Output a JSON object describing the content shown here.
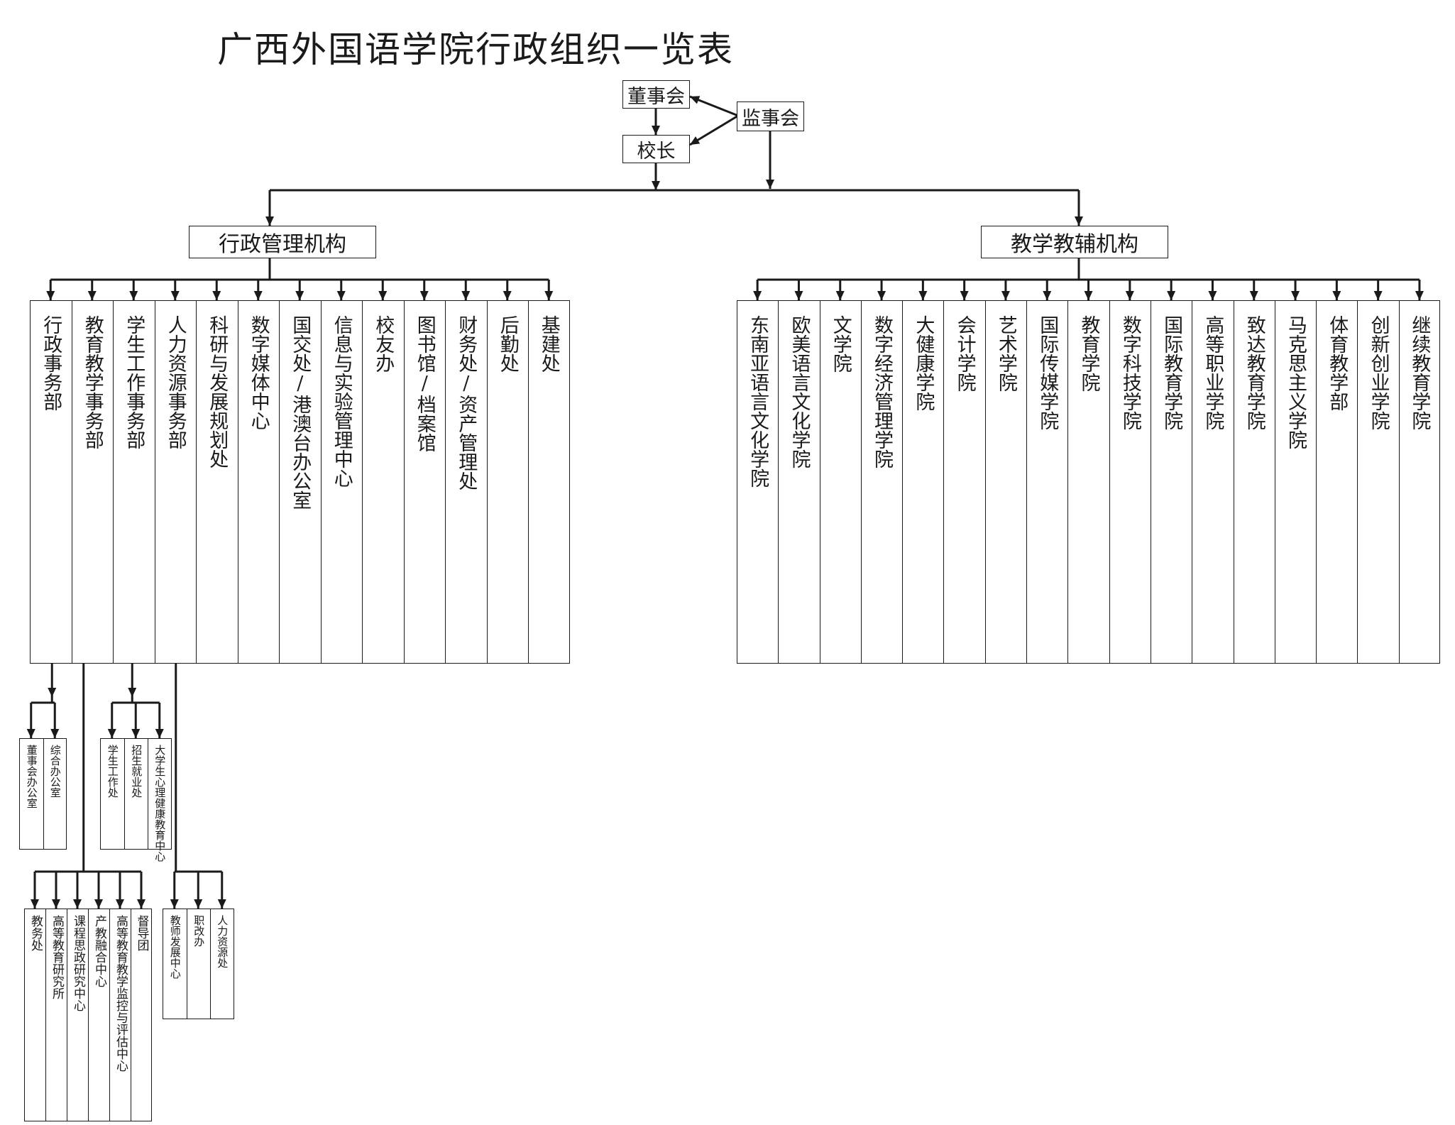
{
  "title": "广西外国语学院行政组织一览表",
  "top": {
    "board": "董事会",
    "president": "校长",
    "supervisors": "监事会"
  },
  "admin": {
    "label": "行政管理机构",
    "units": [
      "行政事务部",
      "教育教学事务部",
      "学生工作事务部",
      "人力资源事务部",
      "科研与发展规划处",
      "数字媒体中心",
      "国交处/港澳台办公室",
      "信息与实验管理中心",
      "校友办",
      "图书馆/档案馆",
      "财务处/资产管理处",
      "后勤处",
      "基建处"
    ]
  },
  "teaching": {
    "label": "教学教辅机构",
    "units": [
      "东南亚语言文化学院",
      "欧美语言文化学院",
      "文学院",
      "数字经济管理学院",
      "大健康学院",
      "会计学院",
      "艺术学院",
      "国际传媒学院",
      "教育学院",
      "数字科技学院",
      "国际教育学院",
      "高等职业学院",
      "致达教育学院",
      "马克思主义学院",
      "体育教学部",
      "创新创业学院",
      "继续教育学院"
    ]
  },
  "sub": {
    "administrative_affairs": [
      "董事会办公室",
      "综合办公室"
    ],
    "student_affairs": [
      "学生工作处",
      "招生就业处",
      "大学生心理健康教育中心"
    ],
    "teaching_affairs": [
      "教务处",
      "高等教育研究所",
      "课程思政研究中心",
      "产教融合中心",
      "高等教育教学监控与评估中心",
      "督导团"
    ],
    "human_resources": [
      "教师发展中心",
      "职改办",
      "人力资源处"
    ]
  }
}
